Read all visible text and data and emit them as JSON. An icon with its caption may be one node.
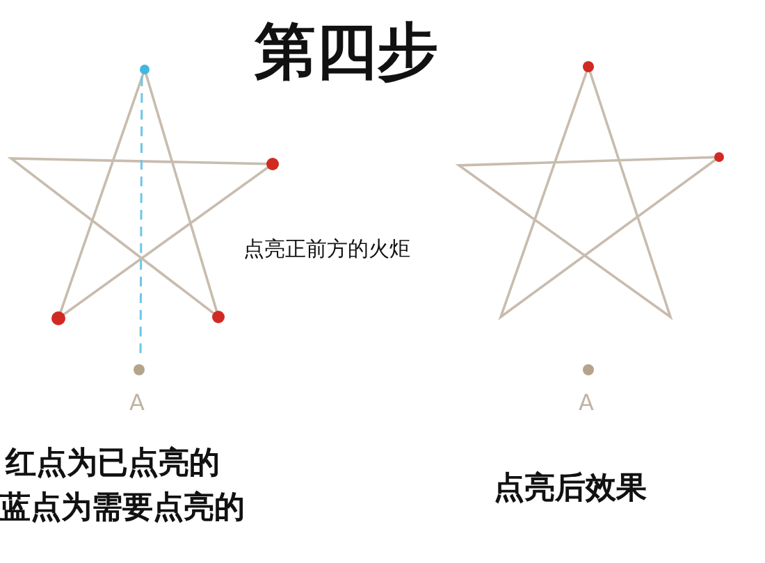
{
  "diagram": {
    "title": "第四步",
    "labels": [
      "点亮正前方的火炬",
      "A",
      "A",
      "红点为已点亮的",
      "蓝点为需要点亮的",
      "点亮后效果"
    ]
  }
}
